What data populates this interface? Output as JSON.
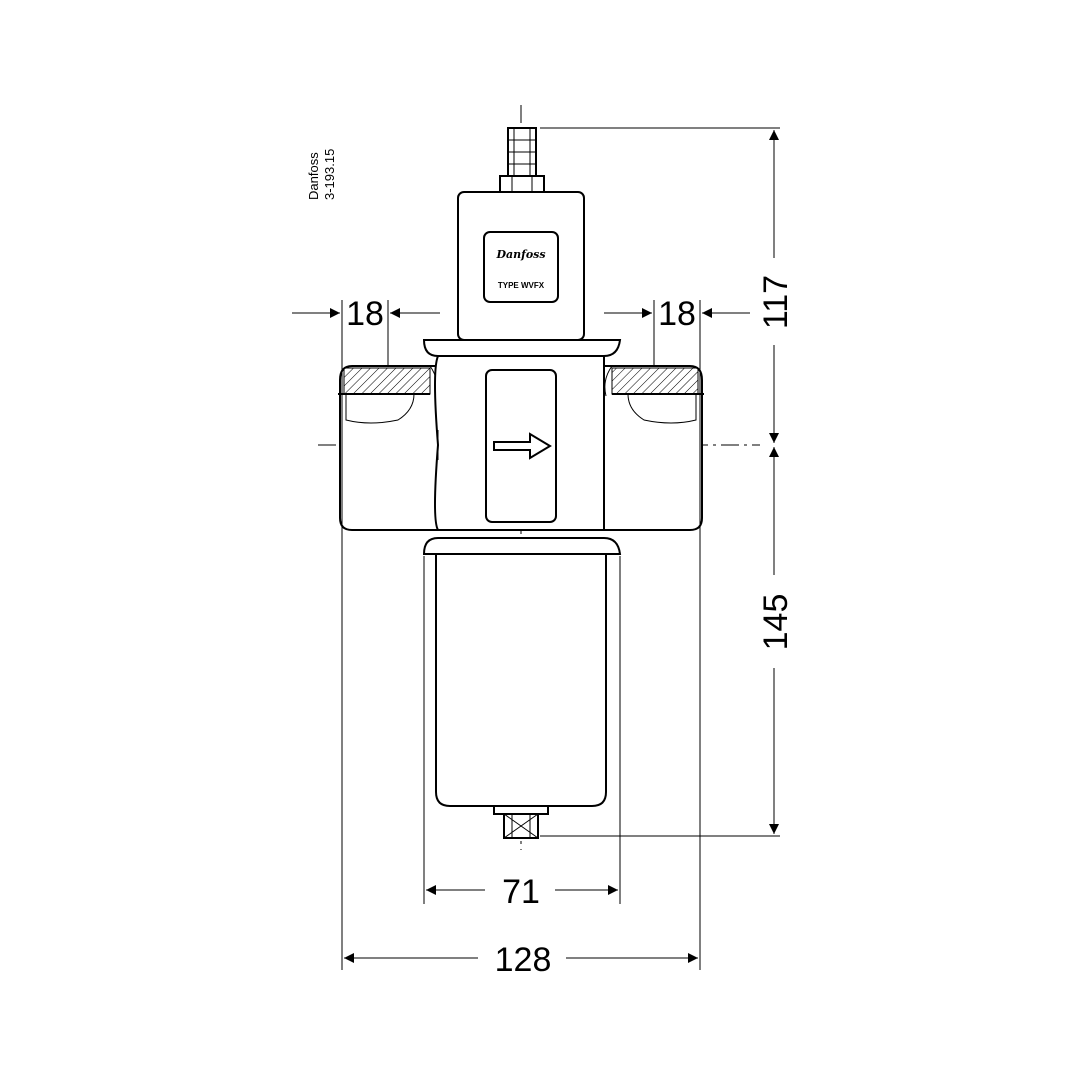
{
  "title_block": {
    "brand": "Danfoss",
    "drawing_number": "3-193.15"
  },
  "valve_label": {
    "logo": "Danfoss",
    "type": "TYPE WVFX"
  },
  "dimensions": {
    "left_port": "18",
    "right_port": "18",
    "upper_height": "117",
    "lower_height": "145",
    "body_width": "71",
    "overall_width": "128"
  }
}
